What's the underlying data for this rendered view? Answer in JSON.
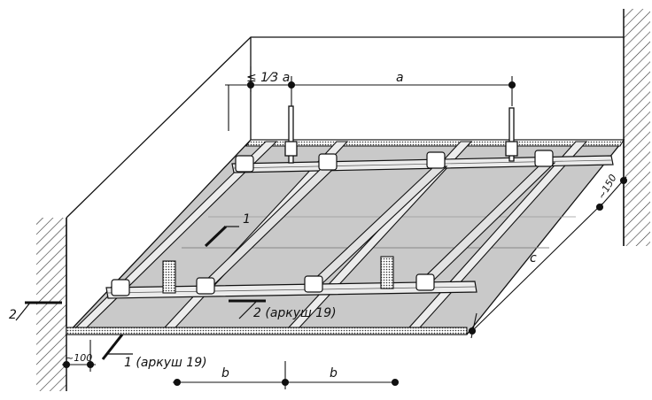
{
  "labels": {
    "a_fraction": "≤ 1⁄3 a",
    "a": "a",
    "b_left": "b",
    "b_right": "b",
    "c": "c",
    "offset_150": "~150",
    "offset_100": "~100",
    "section_2": "2",
    "section_1": "1",
    "section_2_sheet": "2 (аркуш 19)",
    "section_1_sheet": "1 (аркуш 19)"
  },
  "colors": {
    "line": "#111111",
    "board": "#c9c9c9",
    "board_dark": "#b5b5b5",
    "profile": "#ececec",
    "hatch": "#333333",
    "background": "#ffffff"
  },
  "icons": {
    "hanger": "vertical-suspension-hanger",
    "connector": "cross-connector-clip",
    "wall_hatch": "wall-hatching"
  }
}
